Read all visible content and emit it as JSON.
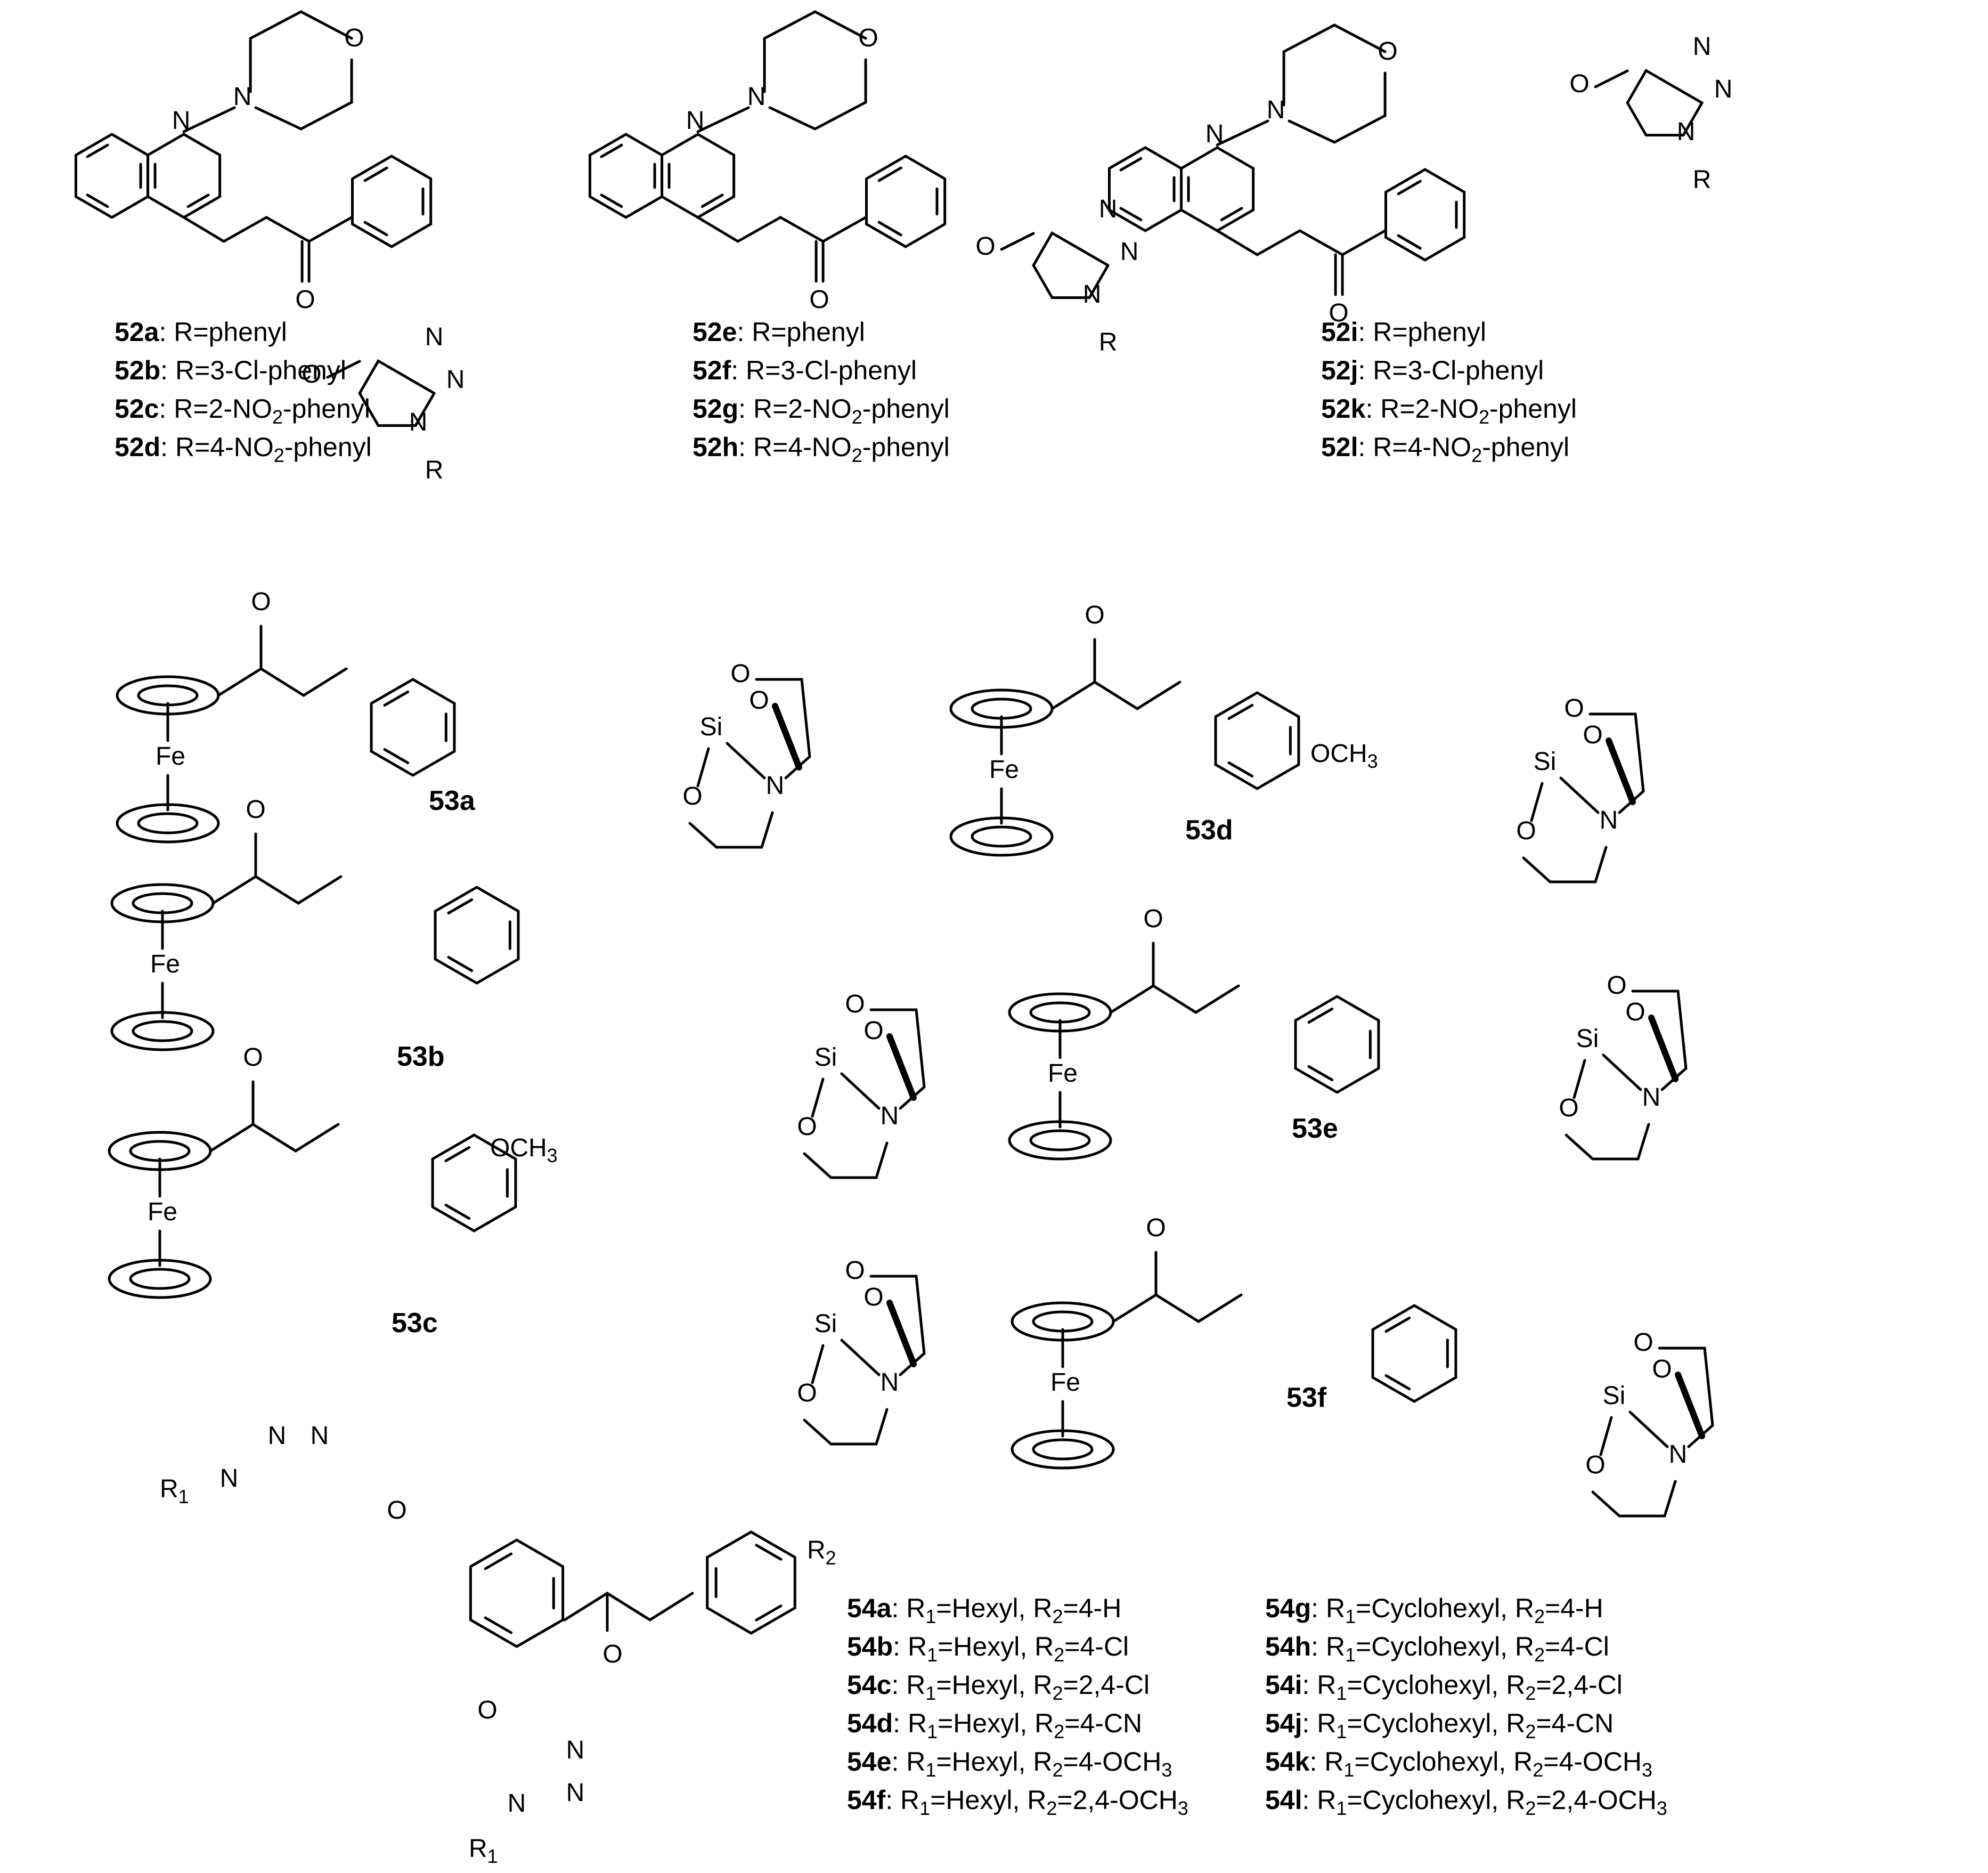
{
  "atoms": {
    "N": "N",
    "O": "O",
    "R": "R",
    "Fe": "Fe",
    "Si": "Si",
    "OCH3": "OCH",
    "R1": "R",
    "R2": "R",
    "sub1": "1",
    "sub2": "2",
    "sub3": "3"
  },
  "labels52": [
    {
      "id": "52a",
      "text": ": R=phenyl"
    },
    {
      "id": "52b",
      "text": ": R=3-Cl-phenyl"
    },
    {
      "id": "52c",
      "text": ": R=2-NO",
      "sub": "2",
      "tail": "-phenyl"
    },
    {
      "id": "52d",
      "text": ": R=4-NO",
      "sub": "2",
      "tail": "-phenyl"
    },
    {
      "id": "52e",
      "text": ": R=phenyl"
    },
    {
      "id": "52f",
      "text": ": R=3-Cl-phenyl"
    },
    {
      "id": "52g",
      "text": ": R=2-NO",
      "sub": "2",
      "tail": "-phenyl"
    },
    {
      "id": "52h",
      "text": ": R=4-NO",
      "sub": "2",
      "tail": "-phenyl"
    },
    {
      "id": "52i",
      "text": ": R=phenyl"
    },
    {
      "id": "52j",
      "text": ": R=3-Cl-phenyl"
    },
    {
      "id": "52k",
      "text": ": R=2-NO",
      "sub": "2",
      "tail": "-phenyl"
    },
    {
      "id": "52l",
      "text": ": R=4-NO",
      "sub": "2",
      "tail": "-phenyl"
    }
  ],
  "labels53": [
    "53a",
    "53b",
    "53c",
    "53d",
    "53e",
    "53f"
  ],
  "labels54": [
    {
      "id": "54a",
      "r1": "Hexyl",
      "r2": "4-H"
    },
    {
      "id": "54b",
      "r1": "Hexyl",
      "r2": "4-Cl"
    },
    {
      "id": "54c",
      "r1": "Hexyl",
      "r2": "2,4-Cl"
    },
    {
      "id": "54d",
      "r1": "Hexyl",
      "r2": "4-CN"
    },
    {
      "id": "54e",
      "r1": "Hexyl",
      "r2": "4-OCH",
      "r2sub": "3"
    },
    {
      "id": "54f",
      "r1": "Hexyl",
      "r2": "2,4-OCH",
      "r2sub": "3"
    },
    {
      "id": "54g",
      "r1": "Cyclohexyl",
      "r2": "4-H"
    },
    {
      "id": "54h",
      "r1": "Cyclohexyl",
      "r2": "4-Cl"
    },
    {
      "id": "54i",
      "r1": "Cyclohexyl",
      "r2": "2,4-Cl"
    },
    {
      "id": "54j",
      "r1": "Cyclohexyl",
      "r2": "4-CN"
    },
    {
      "id": "54k",
      "r1": "Cyclohexyl",
      "r2": "4-OCH",
      "r2sub": "3"
    },
    {
      "id": "54l",
      "r1": "Cyclohexyl",
      "r2": "2,4-OCH",
      "r2sub": "3"
    }
  ],
  "r_prefix": {
    "r1": ": R",
    "sub1": "1",
    "eq1": "=",
    "comma": ", R",
    "sub2": "2",
    "eq2": "="
  }
}
